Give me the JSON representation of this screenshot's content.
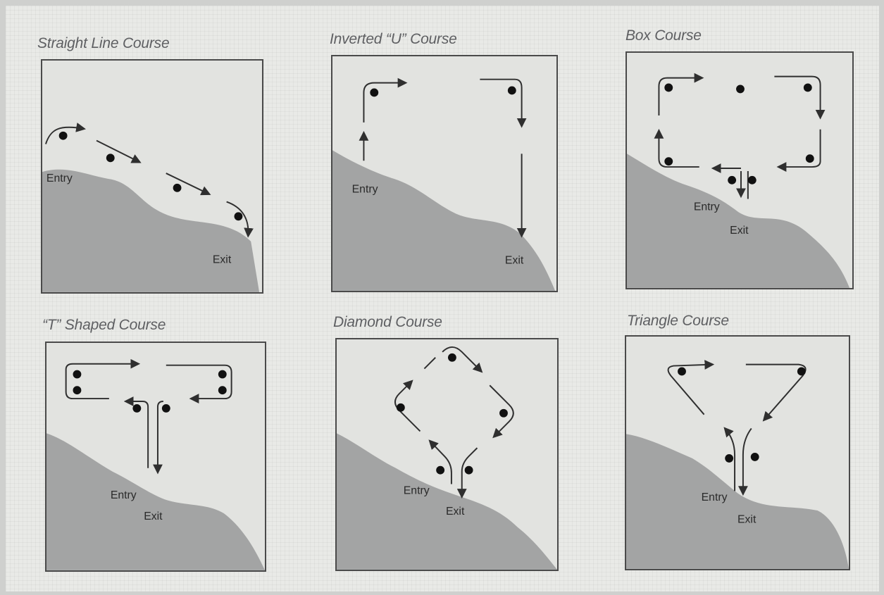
{
  "courses": {
    "straight": {
      "title": "Straight Line Course",
      "entry": "Entry",
      "exit": "Exit"
    },
    "inverted_u": {
      "title": "Inverted “U” Course",
      "entry": "Entry",
      "exit": "Exit"
    },
    "box": {
      "title": "Box Course",
      "entry": "Entry",
      "exit": "Exit"
    },
    "t_shaped": {
      "title": "“T” Shaped Course",
      "entry": "Entry",
      "exit": "Exit"
    },
    "diamond": {
      "title": "Diamond Course",
      "entry": "Entry",
      "exit": "Exit"
    },
    "triangle": {
      "title": "Triangle Course",
      "entry": "Entry",
      "exit": "Exit"
    }
  },
  "colors": {
    "terrain": "#a3a4a4",
    "panel_bg": "#e2e3e0",
    "path": "#2f2f2f",
    "marker": "#111111"
  }
}
